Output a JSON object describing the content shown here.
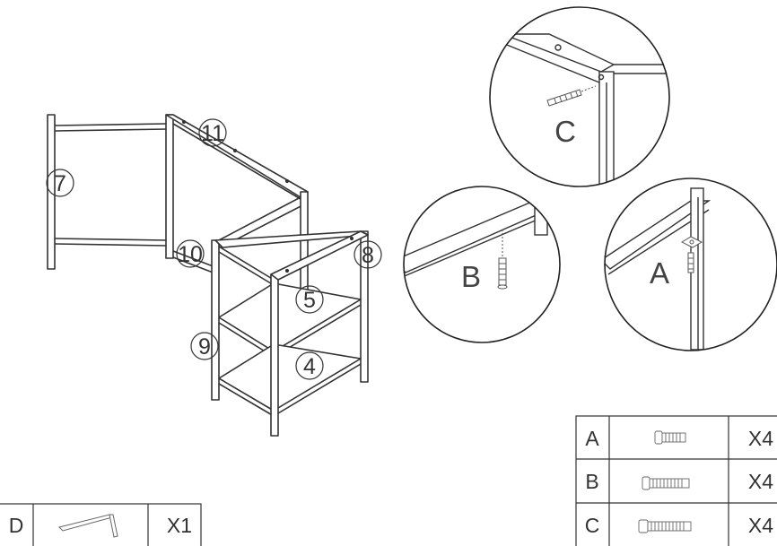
{
  "callouts": {
    "p4": "4",
    "p5": "5",
    "p7": "7",
    "p8": "8",
    "p9": "9",
    "p10": "10",
    "p11": "11"
  },
  "details": {
    "c": "C",
    "b": "B",
    "a": "A"
  },
  "parts_table": {
    "rows": [
      {
        "code": "A",
        "qty": "X4"
      },
      {
        "code": "B",
        "qty": "X4"
      },
      {
        "code": "C",
        "qty": "X4"
      }
    ]
  },
  "tool_table": {
    "code": "D",
    "qty": "X1"
  }
}
